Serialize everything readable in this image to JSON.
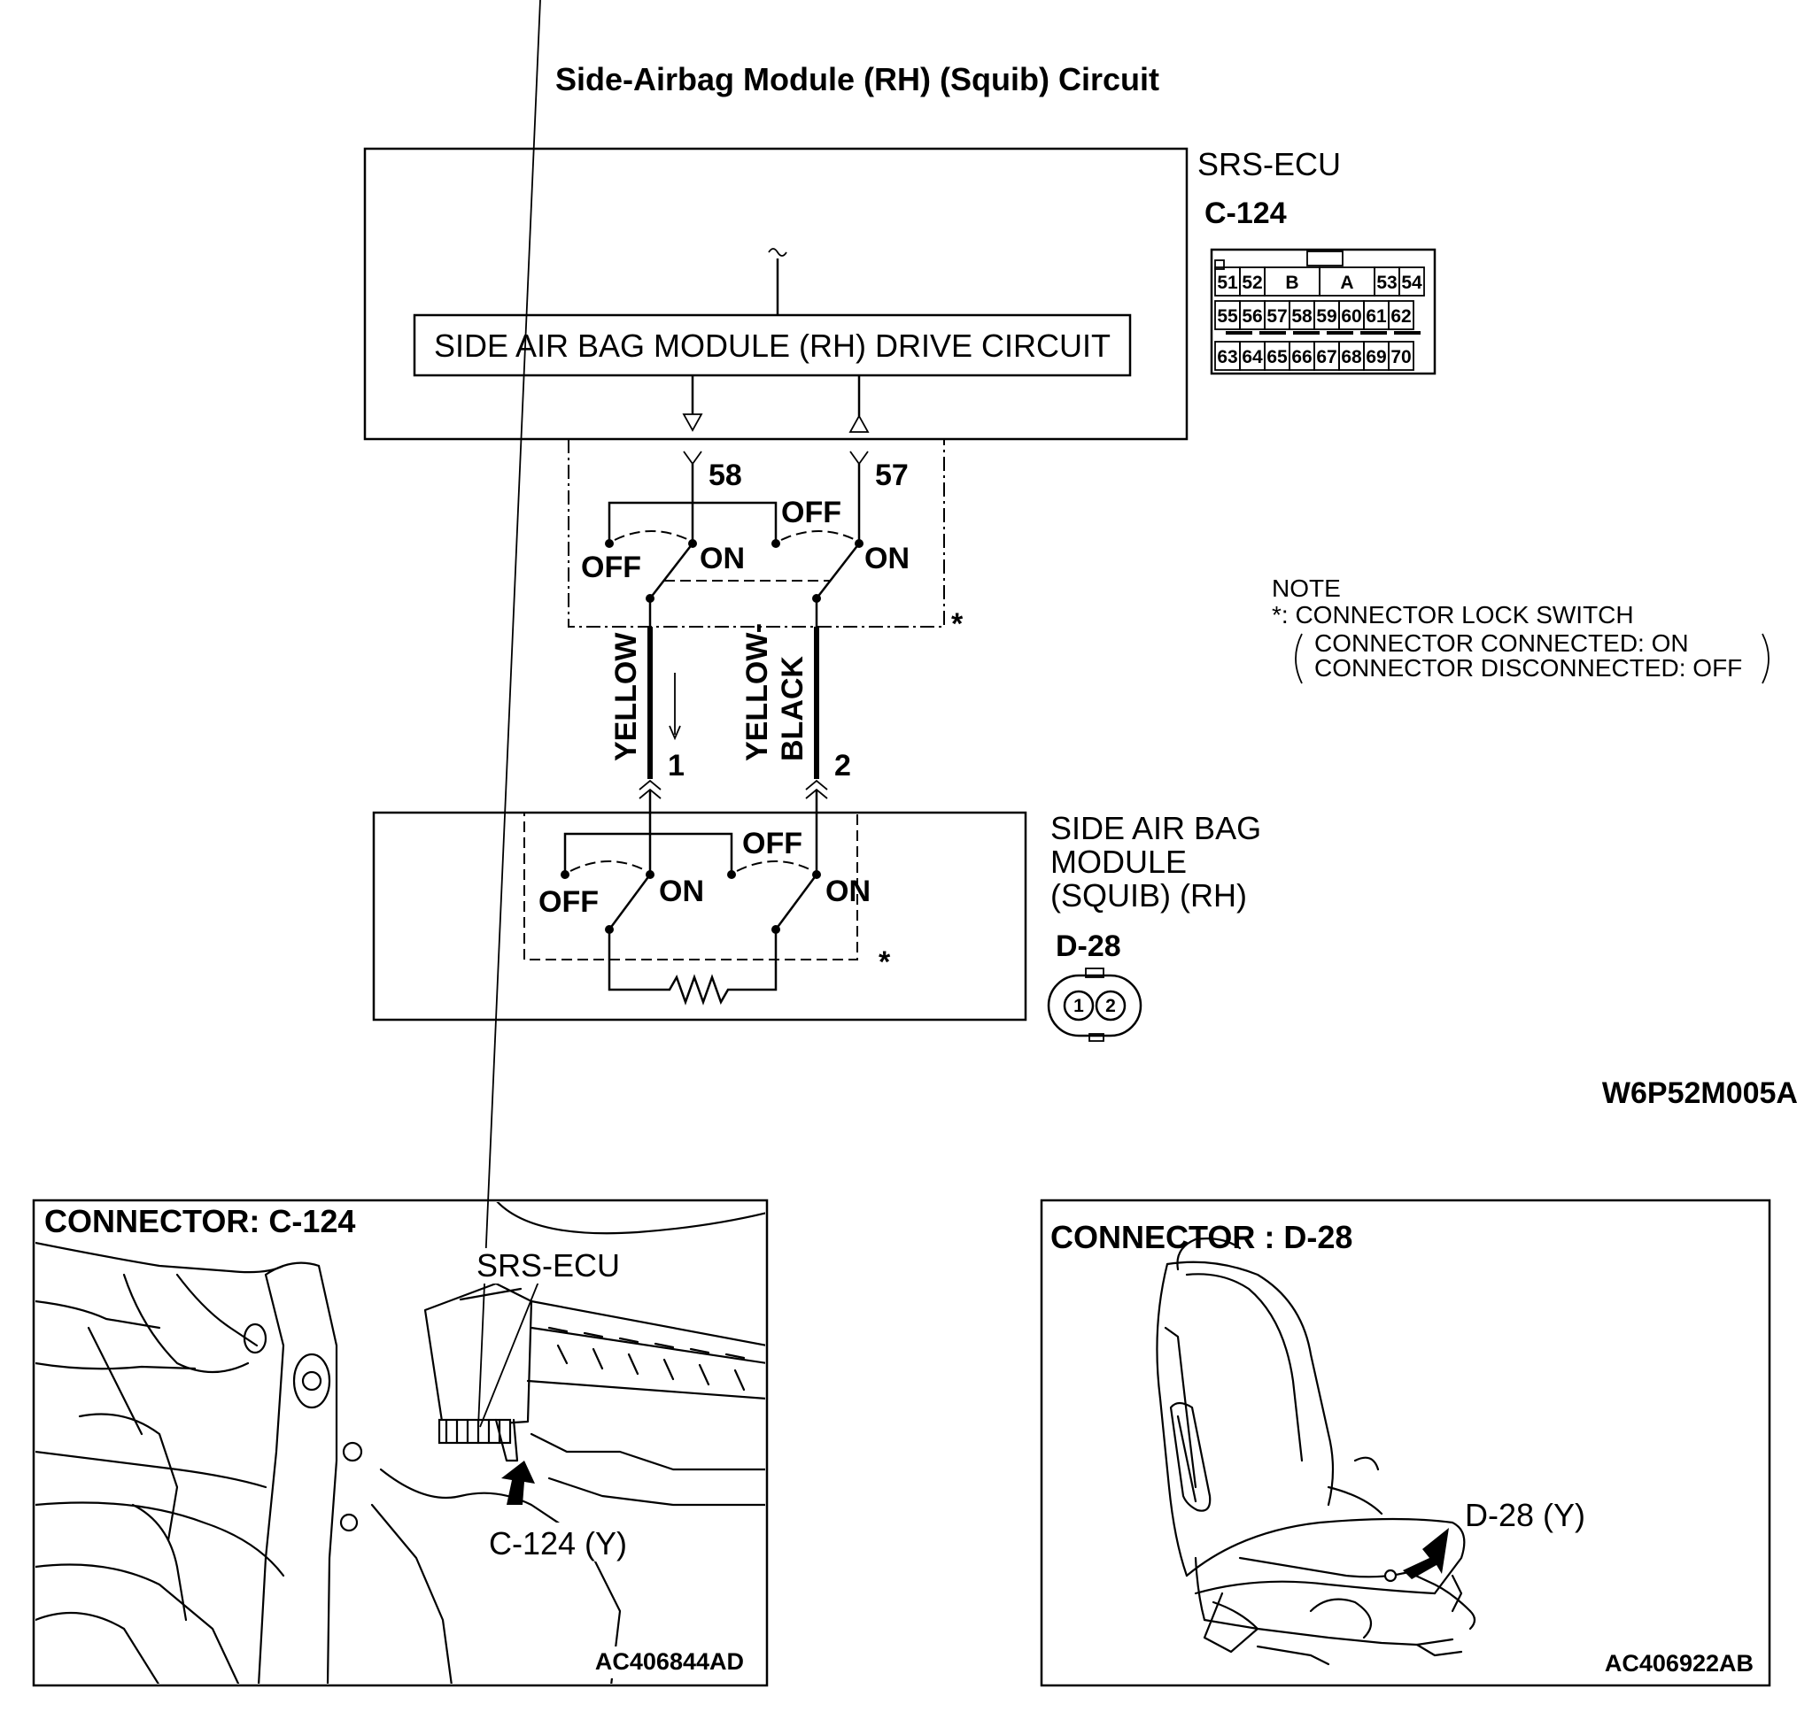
{
  "title": "Side-Airbag Module (RH) (Squib) Circuit",
  "ecu": {
    "name": "SRS-ECU",
    "connector": "C-124",
    "drive_circuit": "SIDE AIR BAG MODULE (RH)  DRIVE CIRCUIT",
    "pin_left": "58",
    "pin_right": "57",
    "pin_rows": [
      [
        "51",
        "52",
        "B",
        "A",
        "53",
        "54"
      ],
      [
        "55",
        "56",
        "57",
        "58",
        "59",
        "60",
        "61",
        "62"
      ],
      [
        "63",
        "64",
        "65",
        "66",
        "67",
        "68",
        "69",
        "70"
      ]
    ]
  },
  "switch_labels": {
    "off": "OFF",
    "on": "ON",
    "star": "*"
  },
  "wires": [
    {
      "color": "YELLOW",
      "pin": "1"
    },
    {
      "color": "YELLOW-",
      "color2": "BLACK",
      "pin": "2"
    }
  ],
  "module": {
    "name_line1": "SIDE AIR BAG",
    "name_line2": "MODULE",
    "name_line3": "(SQUIB) (RH)",
    "connector": "D-28",
    "pins": [
      "1",
      "2"
    ]
  },
  "note": {
    "heading": "NOTE",
    "star_label": "*: CONNECTOR LOCK SWITCH",
    "connected": "CONNECTOR CONNECTED: ON",
    "disconnected": "CONNECTOR DISCONNECTED: OFF"
  },
  "diagram_code": "W6P52M005A",
  "panel_left": {
    "title": "CONNECTOR: C-124",
    "ecu_label": "SRS-ECU",
    "callout": "C-124 (Y)",
    "code": "AC406844AD"
  },
  "panel_right": {
    "title": "CONNECTOR : D-28",
    "callout": "D-28 (Y)",
    "code": "AC406922AB"
  }
}
